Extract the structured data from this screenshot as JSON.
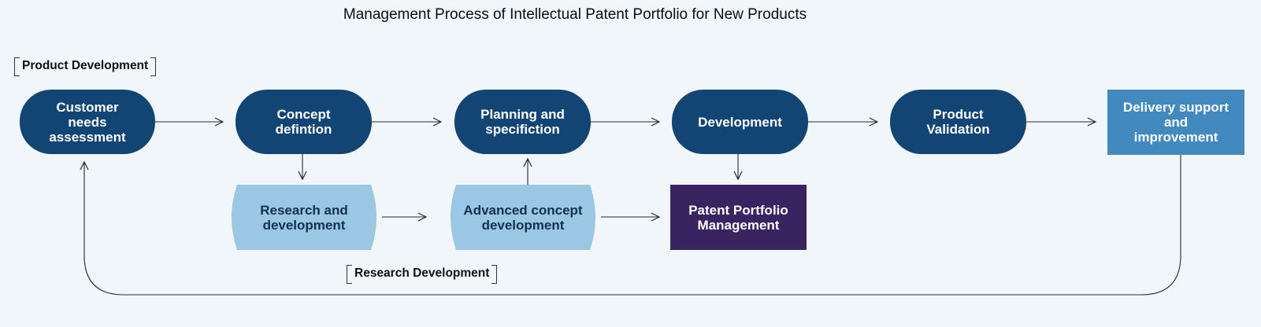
{
  "title": "Management Process of Intellectual Patent Portfolio for New Products",
  "sections": {
    "product_development": "Product Development",
    "research_development": "Research Development"
  },
  "nodes": {
    "customer_needs": "Customer needs assessment",
    "concept_definition": "Concept defintion",
    "planning": "Planning and specifiction",
    "development": "Development",
    "product_validation": "Product Validation",
    "delivery": "Delivery support and improvement",
    "research": "Research and development",
    "advanced_concept": "Advanced concept development",
    "patent_portfolio": "Patent Portfolio Management"
  },
  "colors": {
    "background": "#f1f6fa",
    "pill_dark_blue": "#134574",
    "box_mid_blue": "#4289bf",
    "tape_light_blue": "#9ac7e4",
    "box_purple": "#3a2361",
    "connector": "#1e2a3a"
  }
}
